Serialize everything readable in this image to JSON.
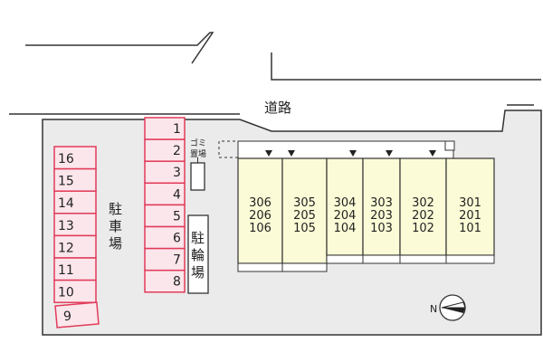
{
  "road_label": "道路",
  "parking_label": [
    "駐",
    "車",
    "場"
  ],
  "bike_parking_label": [
    "駐",
    "輪",
    "場"
  ],
  "garbage_label": {
    "line1": "ゴミ",
    "line2": "置場"
  },
  "parking_left": [
    "16",
    "15",
    "14",
    "13",
    "12",
    "11",
    "10"
  ],
  "parking_middle": [
    "1",
    "2",
    "3",
    "4",
    "5",
    "6",
    "7",
    "8"
  ],
  "parking_special": "9",
  "units": [
    [
      "306",
      "206",
      "106"
    ],
    [
      "305",
      "205",
      "105"
    ],
    [
      "304",
      "204",
      "104"
    ],
    [
      "303",
      "203",
      "103"
    ],
    [
      "302",
      "202",
      "102"
    ],
    [
      "301",
      "201",
      "101"
    ]
  ],
  "compass_label": "N",
  "colors": {
    "lot": "#ebebeb",
    "parking_fill": "#fbe6ec",
    "parking_border": "#e23b5a",
    "unit_fill": "#fbfbd7",
    "outline": "#333333"
  }
}
